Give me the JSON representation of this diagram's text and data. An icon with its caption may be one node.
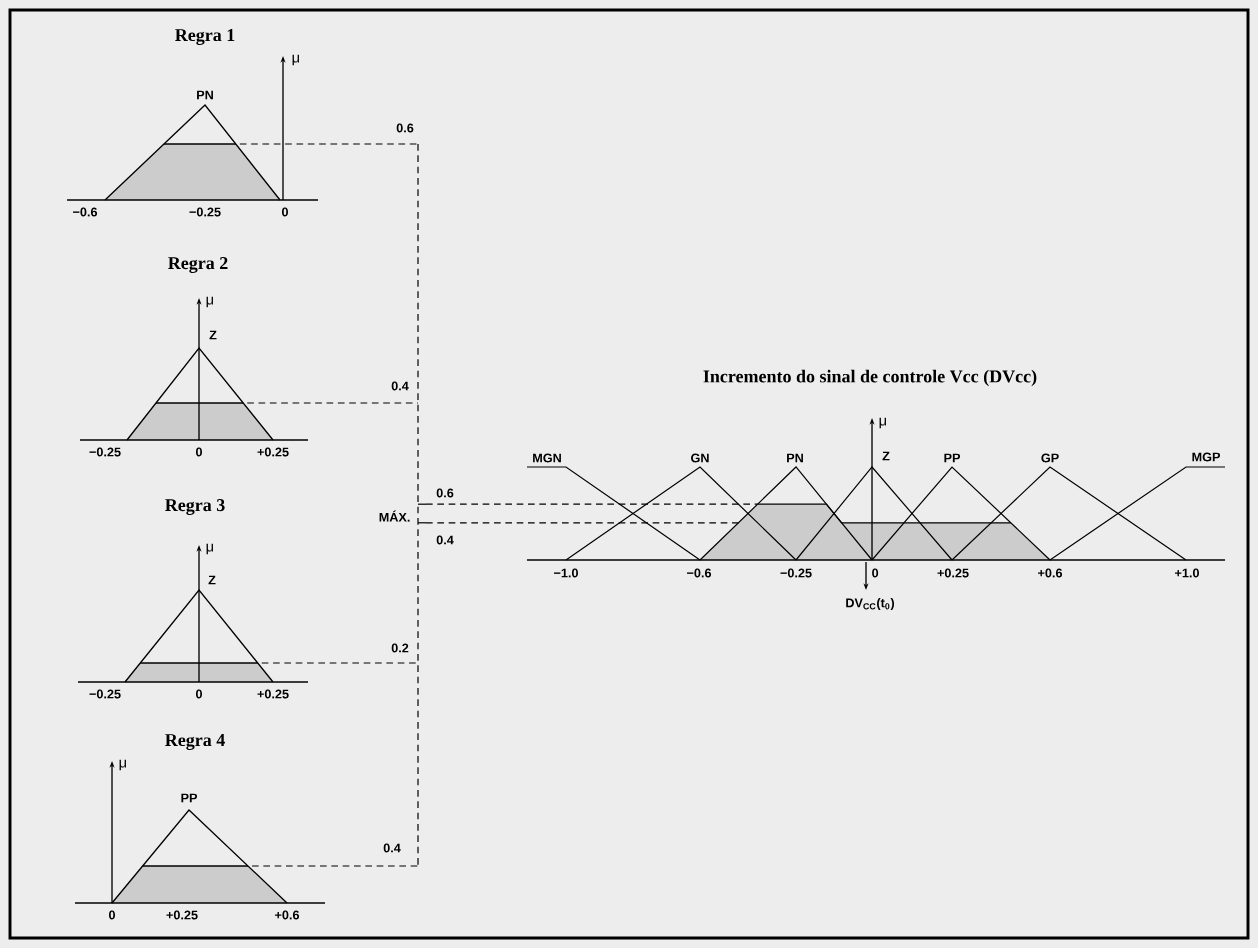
{
  "diagram": {
    "labels": [
      "Regra 1",
      "μ",
      "PN",
      "0.6",
      "−0.6",
      "−0.25",
      "0",
      "Regra 2",
      "μ",
      "Z",
      "0.4",
      "−0.25",
      "0",
      "+0.25",
      "Incremento do sinal de controle Vcc (DVcc)",
      "μ",
      "MGN",
      "GN",
      "PN",
      "Z",
      "PP",
      "GP",
      "MGP",
      "0.6",
      "MÁX.",
      "0.4",
      "−1.0",
      "−0.6",
      "−0.25",
      "0",
      "+0.25",
      "+0.6",
      "+1.0",
      "DV$_{CC}$(t$_{0}$)",
      "Regra 3",
      "μ",
      "Z",
      "0.2",
      "−0.25",
      "0",
      "+0.25",
      "Regra 4",
      "μ",
      "PP",
      "0.4",
      "0",
      "+0.25",
      "+0.6"
    ]
  }
}
